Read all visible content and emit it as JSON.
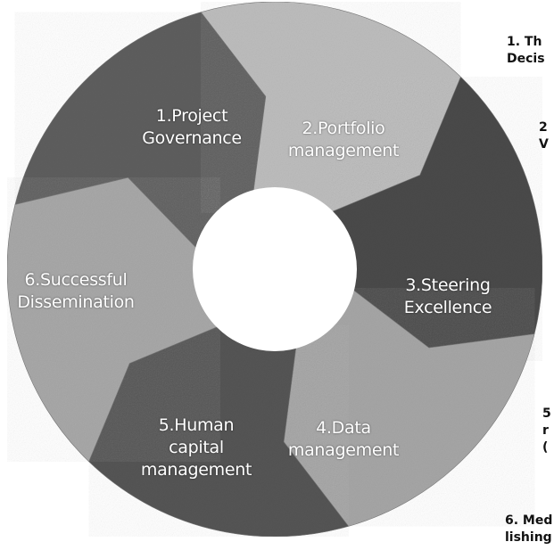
{
  "segments": [
    {
      "lines": [
        "1.Project",
        "Governance"
      ],
      "color": "#5e5e5e"
    },
    {
      "lines": [
        "2.Portfolio",
        "management"
      ],
      "color": "#bdbdbd"
    },
    {
      "lines": [
        "3.Steering",
        "Excellence"
      ],
      "color": "#4a4a4a"
    },
    {
      "lines": [
        "4.Data",
        "management"
      ],
      "color": "#a6a6a6"
    },
    {
      "lines": [
        "5.Human",
        "capital",
        "management"
      ],
      "color": "#555555"
    },
    {
      "lines": [
        "6.Successful",
        "Dissemination"
      ],
      "color": "#a8a8a8"
    }
  ],
  "side_notes": [
    {
      "lines": [
        "1. Th",
        "Decis"
      ]
    },
    {
      "lines": [
        "2",
        "V"
      ]
    },
    {
      "lines": [
        "5",
        "r",
        "("
      ]
    },
    {
      "lines": [
        "6. Med",
        "lishing"
      ]
    }
  ]
}
